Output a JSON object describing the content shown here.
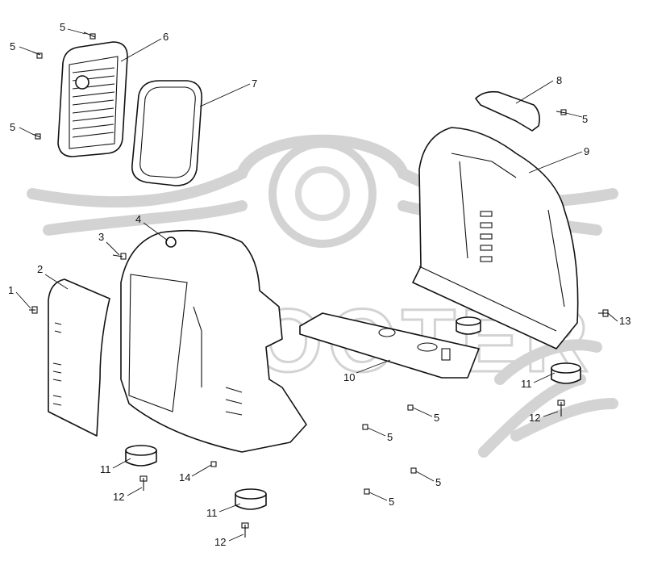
{
  "callouts": [
    {
      "id": "c1",
      "text": "1"
    },
    {
      "id": "c2",
      "text": "2"
    },
    {
      "id": "c3",
      "text": "3"
    },
    {
      "id": "c4",
      "text": "4"
    },
    {
      "id": "c5a",
      "text": "5"
    },
    {
      "id": "c5b",
      "text": "5"
    },
    {
      "id": "c5c",
      "text": "5"
    },
    {
      "id": "c5d",
      "text": "5"
    },
    {
      "id": "c5e",
      "text": "5"
    },
    {
      "id": "c5f",
      "text": "5"
    },
    {
      "id": "c5g",
      "text": "5"
    },
    {
      "id": "c5h",
      "text": "5"
    },
    {
      "id": "c6",
      "text": "6"
    },
    {
      "id": "c7",
      "text": "7"
    },
    {
      "id": "c8",
      "text": "8"
    },
    {
      "id": "c9",
      "text": "9"
    },
    {
      "id": "c10",
      "text": "10"
    },
    {
      "id": "c11a",
      "text": "11"
    },
    {
      "id": "c11b",
      "text": "11"
    },
    {
      "id": "c11c",
      "text": "11"
    },
    {
      "id": "c12a",
      "text": "12"
    },
    {
      "id": "c12b",
      "text": "12"
    },
    {
      "id": "c12c",
      "text": "12"
    },
    {
      "id": "c13",
      "text": "13"
    },
    {
      "id": "c14",
      "text": "14"
    }
  ],
  "watermark": {
    "text": "SCOOTER",
    "logo": "scooter-zip-logo",
    "color": "#cfcfcf"
  }
}
